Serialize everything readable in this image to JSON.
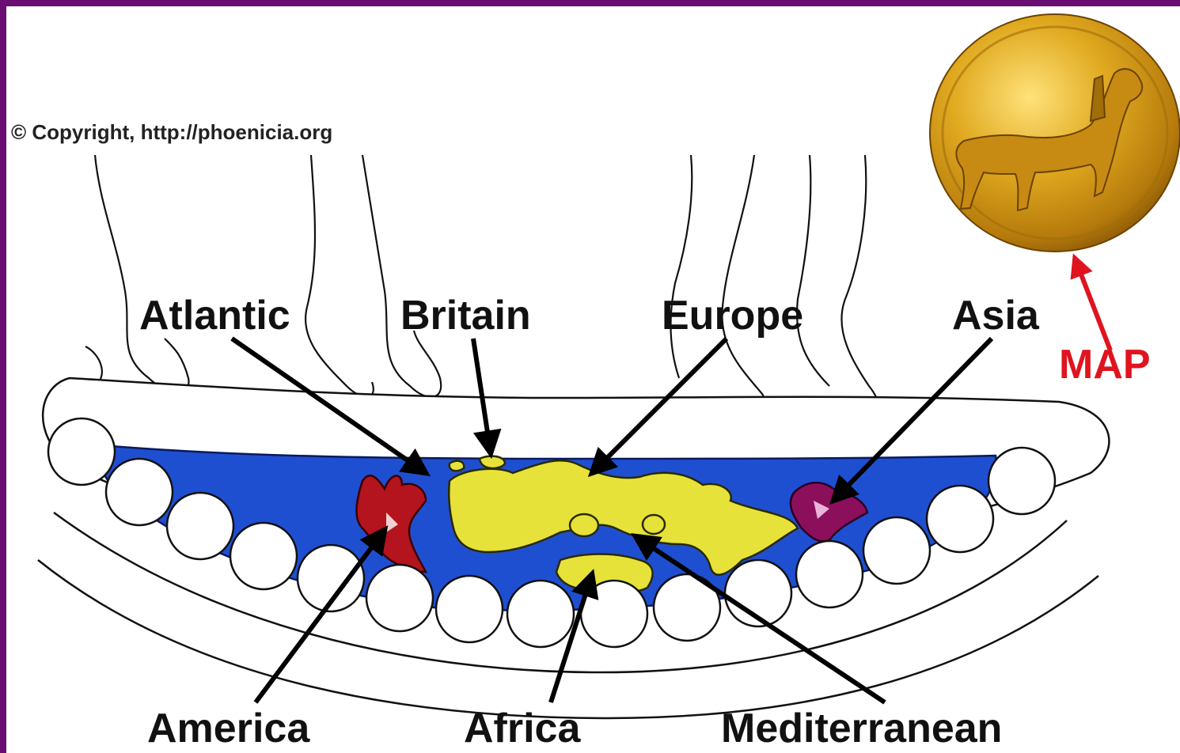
{
  "copyright": "© Copyright, http://phoenicia.org",
  "labels": {
    "atlantic": "Atlantic",
    "britain": "Britain",
    "europe": "Europe",
    "asia": "Asia",
    "america": "America",
    "africa": "Africa",
    "mediterranean": "Mediterranean",
    "map": "MAP"
  },
  "colors": {
    "frame": "#6a0e74",
    "ocean": "#1f4fd1",
    "land_europe_africa": "#e6e23a",
    "land_america": "#b3141e",
    "land_asia": "#8c0f5c",
    "coin_gold": "#d9a21a",
    "map_arrow": "#e0141e"
  },
  "icons": {
    "coin": "gold-coin-horse-icon"
  }
}
